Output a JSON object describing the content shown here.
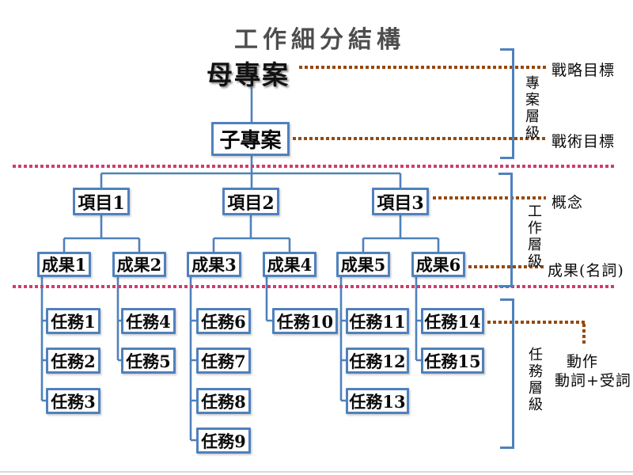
{
  "title": "工作細分結構",
  "diagram": {
    "root": "母專案",
    "subproject": "子專案",
    "items": [
      "項目1",
      "項目2",
      "項目3"
    ],
    "results": [
      "成果1",
      "成果2",
      "成果3",
      "成果4",
      "成果5",
      "成果6"
    ],
    "tasks": [
      "任務1",
      "任務2",
      "任務3",
      "任務4",
      "任務5",
      "任務6",
      "任務7",
      "任務8",
      "任務9",
      "任務10",
      "任務11",
      "任務12",
      "任務13",
      "任務14",
      "任務15"
    ]
  },
  "levels": [
    "專案層級",
    "工作層級",
    "任務層級"
  ],
  "annotations": {
    "strategic_goal": "戰略目標",
    "tactical_goal": "戰術目標",
    "concept": "概念",
    "deliverable_noun": "成果(名詞)",
    "action": "動作",
    "verb_plus_object": "動詞+受詞"
  },
  "colors": {
    "node_border": "#4F81BD",
    "connector": "#4F81BD",
    "divider_dots": "#D23B6D",
    "annotation_dots": "#96490C",
    "title_text": "#4D4D4D",
    "node_text": "#0A0A0A"
  }
}
